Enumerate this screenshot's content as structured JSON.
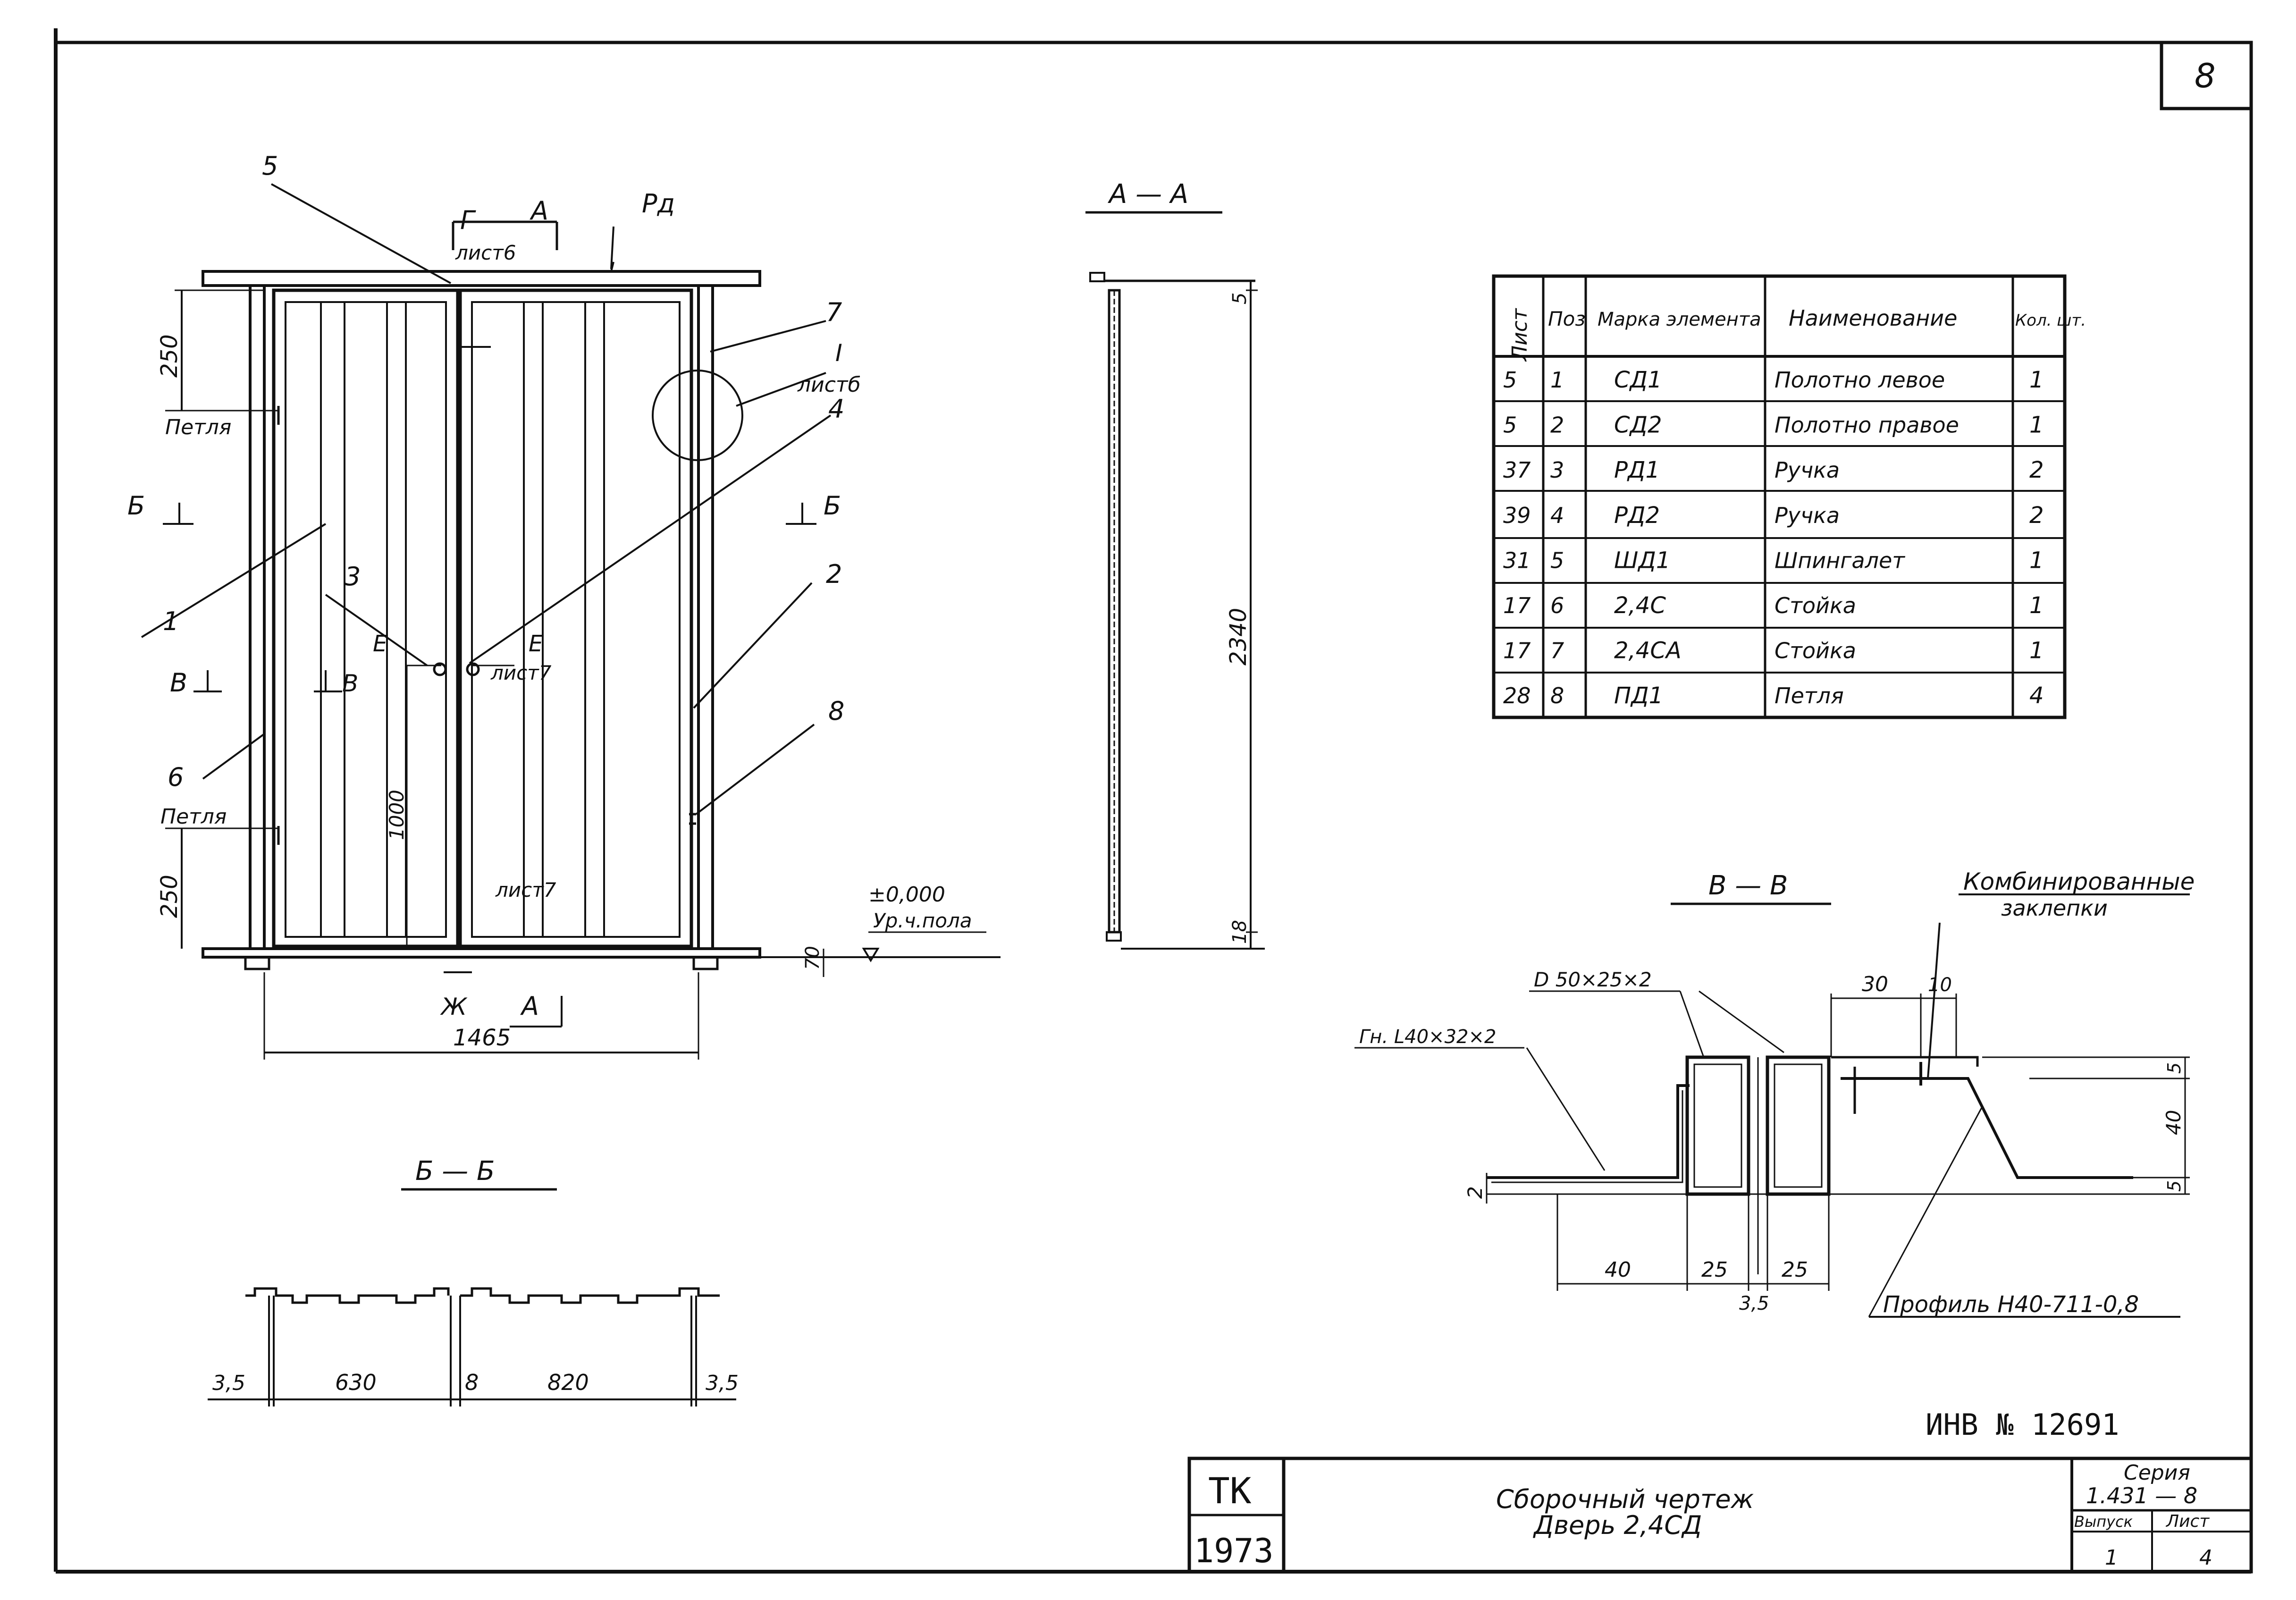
{
  "sheet_number": "8",
  "elevation": {
    "callouts": {
      "c5": "5",
      "g": "Г",
      "a": "А",
      "sheet6": "лист6",
      "rd": "Рд",
      "c7": "7",
      "detail_i": "I",
      "detail_sheet": "листб",
      "c4": "4",
      "b_left": "Б",
      "b_right": "Б",
      "c1": "1",
      "c3": "3",
      "e_left": "Е",
      "e_right": "Е",
      "sheet7_a": "лист7",
      "v_left": "В",
      "v_right": "В",
      "c2": "2",
      "c6": "6",
      "c8": "8",
      "zh": "Ж",
      "sheet7_b": "лист7",
      "a_bottom": "А"
    },
    "dims": {
      "top_250": "250",
      "bottom_250": "250",
      "handle_1000": "1000",
      "width_1465": "1465",
      "floor_offset": "70"
    },
    "hinge_top": "Петля",
    "hinge_bottom": "Петля",
    "level_value": "±0,000",
    "level_label": "Ур.ч.пола"
  },
  "section_aa": {
    "title": "А — А",
    "height": "2340",
    "top_dim": "5",
    "bottom_dim": "18"
  },
  "section_bb": {
    "title": "Б — Б",
    "dims": [
      "3,5",
      "630",
      "8",
      "820",
      "3,5"
    ]
  },
  "section_vv": {
    "title": "В — В",
    "rivets_line1": "Комбинированные",
    "rivets_line2": "заклепки",
    "tube": "D 50×25×2",
    "angle": "Гн. L40×32×2",
    "profile": "Профиль Н40-711-0,8",
    "dims": {
      "d30": "30",
      "d10": "10",
      "d5a": "5",
      "d40v": "40",
      "d5b": "5",
      "d2": "2",
      "d40": "40",
      "d25a": "25",
      "d25b": "25",
      "d35": "3,5"
    }
  },
  "parts_table": {
    "headers": [
      "Лист",
      "Поз",
      "Марка элемента",
      "Наименование",
      "Кол. шт."
    ],
    "rows": [
      [
        "5",
        "1",
        "СД1",
        "Полотно левое",
        "1"
      ],
      [
        "5",
        "2",
        "СД2",
        "Полотно правое",
        "1"
      ],
      [
        "37",
        "3",
        "РД1",
        "Ручка",
        "2"
      ],
      [
        "39",
        "4",
        "РД2",
        "Ручка",
        "2"
      ],
      [
        "31",
        "5",
        "ШД1",
        "Шпингалет",
        "1"
      ],
      [
        "17",
        "6",
        "2,4С",
        "Стойка",
        "1"
      ],
      [
        "17",
        "7",
        "2,4СА",
        "Стойка",
        "1"
      ],
      [
        "28",
        "8",
        "ПД1",
        "Петля",
        "4"
      ]
    ]
  },
  "inventory": "ИНВ № 12691",
  "title_block": {
    "org": "ТК",
    "year": "1973",
    "title_line1": "Сборочный  чертеж",
    "title_line2": "Дверь 2,4СД",
    "series_label": "Серия",
    "series_value": "1.431 — 8",
    "issue_label": "Выпуск",
    "sheet_label": "Лист",
    "issue_value": "1",
    "sheet_value": "4"
  }
}
